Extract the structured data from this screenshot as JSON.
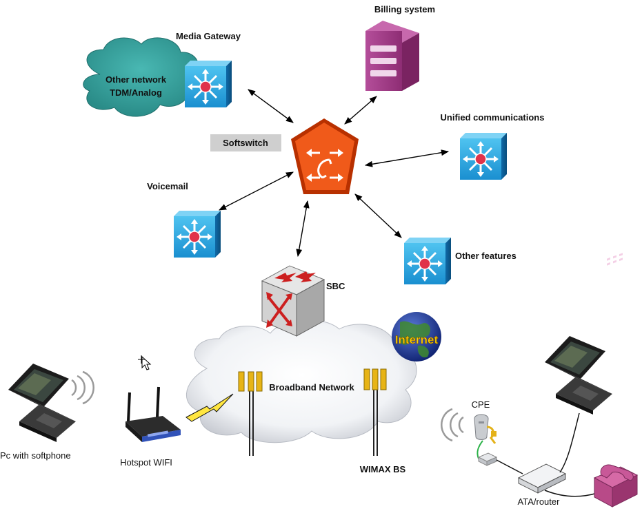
{
  "labels": {
    "billing": "Billing system",
    "media_gateway": "Media Gateway",
    "other_network_1": "Other network",
    "other_network_2": "TDM/Analog",
    "softswitch": "Softswitch",
    "unified": "Unified communications",
    "voicemail": "Voicemail",
    "other_features": "Other features",
    "sbc": "SBC",
    "internet": "Internet",
    "broadband": "Broadband Network",
    "pc_softphone": "Pc with softphone",
    "hotspot": "Hotspot WIFI",
    "wimax": "WIMAX BS",
    "cpe": "CPE",
    "ata": "ATA/router"
  }
}
